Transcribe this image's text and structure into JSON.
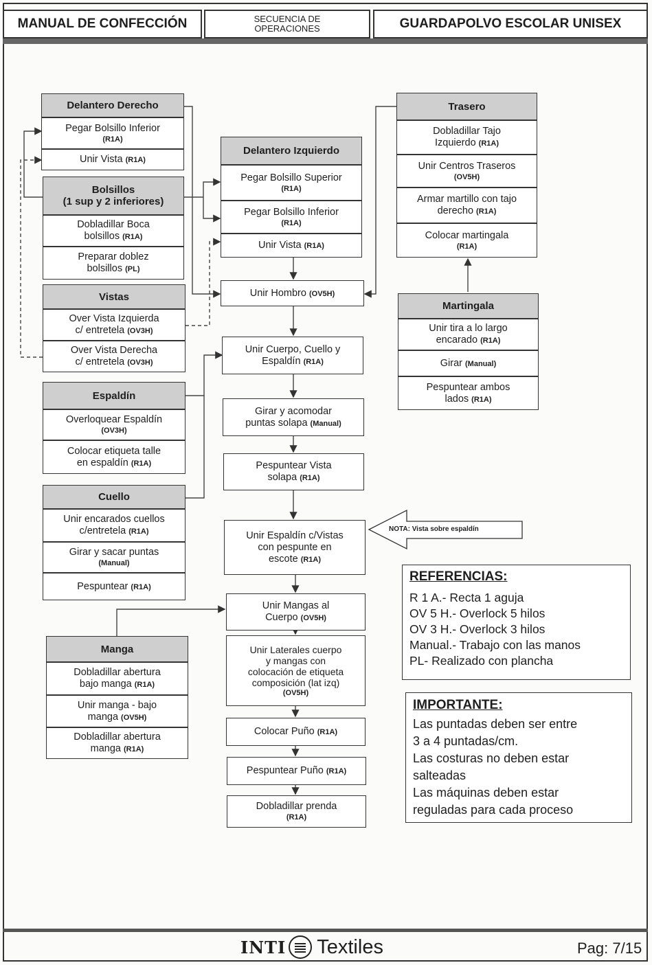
{
  "header": {
    "left": "MANUAL DE CONFECCIÓN",
    "middle_line1": "SECUENCIA DE",
    "middle_line2": "OPERACIONES",
    "right": "GUARDAPOLVO ESCOLAR UNISEX"
  },
  "groups": {
    "delantero_derecho": {
      "title": "Delantero Derecho",
      "items": [
        {
          "label": "Pegar Bolsillo Inferior",
          "code": "(R1A)"
        },
        {
          "label": "Unir Vista",
          "code": "(R1A)"
        }
      ]
    },
    "bolsillos": {
      "title_line1": "Bolsillos",
      "title_line2": "(1 sup y 2 inferiores)",
      "items": [
        {
          "label1": "Dobladillar Boca",
          "label2": "bolsillos",
          "code": "(R1A)"
        },
        {
          "label1": "Preparar doblez",
          "label2": "bolsillos",
          "code": "(PL)"
        }
      ]
    },
    "vistas": {
      "title": "Vistas",
      "items": [
        {
          "label1": "Over Vista Izquierda",
          "label2": "c/ entretela",
          "code": "(OV3H)"
        },
        {
          "label1": "Over Vista Derecha",
          "label2": "c/ entretela",
          "code": "(OV3H)"
        }
      ]
    },
    "espaldin": {
      "title": "Espaldín",
      "items": [
        {
          "label": "Overloquear Espaldín",
          "code": "(OV3H)"
        },
        {
          "label1": "Colocar etiqueta talle",
          "label2": "en espaldín",
          "code": "(R1A)"
        }
      ]
    },
    "cuello": {
      "title": "Cuello",
      "items": [
        {
          "label1": "Unir encarados cuellos",
          "label2": "c/entretela",
          "code": "(R1A)"
        },
        {
          "label": "Girar y sacar puntas",
          "code": "(Manual)"
        },
        {
          "label": "Pespuntear",
          "code": "(R1A)"
        }
      ]
    },
    "manga": {
      "title": "Manga",
      "items": [
        {
          "label1": "Dobladillar abertura",
          "label2": "bajo manga",
          "code": "(R1A)"
        },
        {
          "label1": "Unir manga - bajo",
          "label2": "manga",
          "code": "(OV5H)"
        },
        {
          "label1": "Dobladillar abertura",
          "label2": "manga",
          "code": "(R1A)"
        }
      ]
    },
    "delantero_izquierdo": {
      "title": "Delantero Izquierdo",
      "items": [
        {
          "label": "Pegar Bolsillo Superior",
          "code": "(R1A)"
        },
        {
          "label": "Pegar Bolsillo Inferior",
          "code": "(R1A)"
        },
        {
          "label": "Unir Vista",
          "code": "(R1A)"
        }
      ]
    },
    "trasero": {
      "title": "Trasero",
      "items": [
        {
          "label1": "Dobladillar Tajo",
          "label2": "Izquierdo",
          "code": "(R1A)"
        },
        {
          "label": "Unir Centros Traseros",
          "code": "(OV5H)"
        },
        {
          "label1": "Armar martillo con tajo",
          "label2": "derecho",
          "code": "(R1A)"
        },
        {
          "label": "Colocar martingala",
          "code": "(R1A)"
        }
      ]
    },
    "martingala": {
      "title": "Martingala",
      "items": [
        {
          "label1": "Unir tira a lo largo",
          "label2": "encarado",
          "code": "(R1A)"
        },
        {
          "label": "Girar",
          "code": "(Manual)"
        },
        {
          "label1": "Pespuntear ambos",
          "label2": "lados",
          "code": "(R1A)"
        }
      ]
    }
  },
  "main_flow": [
    {
      "label": "Unir Hombro",
      "code": "(OV5H)"
    },
    {
      "label1": "Unir Cuerpo, Cuello y",
      "label2": "Espaldín",
      "code": "(R1A)"
    },
    {
      "label1": "Girar y acomodar",
      "label2": "puntas solapa",
      "code": "(Manual)"
    },
    {
      "label1": "Pespuntear Vista",
      "label2": "solapa",
      "code": "(R1A)"
    },
    {
      "label1": "Unir Espaldín c/Vistas",
      "label2": "con pespunte en",
      "label3": "escote",
      "code": "(R1A)"
    },
    {
      "label1": "Unir Mangas al",
      "label2": "Cuerpo",
      "code": "(OV5H)"
    },
    {
      "label1": "Unir Laterales cuerpo",
      "label2": "y mangas con",
      "label3": "colocación de etiqueta",
      "label4": "composición (lat izq)",
      "code": "(OV5H)"
    },
    {
      "label": "Colocar Puño",
      "code": "(R1A)"
    },
    {
      "label": "Pespuntear Puño",
      "code": "(R1A)"
    },
    {
      "label": "Dobladillar prenda",
      "code": "(R1A)"
    }
  ],
  "nota": "NOTA: Vista sobre espaldín",
  "referencias": {
    "title": "REFERENCIAS:",
    "lines": [
      "R 1 A.- Recta 1 aguja",
      "OV 5 H.- Overlock 5 hilos",
      "OV 3 H.- Overlock 3 hilos",
      "Manual.- Trabajo con las manos",
      "PL- Realizado con plancha"
    ]
  },
  "importante": {
    "title": "IMPORTANTE:",
    "lines": [
      "Las puntadas deben ser entre",
      "3 a 4  puntadas/cm.",
      "Las costuras no deben estar",
      "salteadas",
      "Las máquinas deben estar",
      "reguladas para cada proceso"
    ]
  },
  "footer": {
    "logo_inti": "INTI",
    "logo_textiles": "Textiles",
    "page": "Pag: 7/15"
  }
}
